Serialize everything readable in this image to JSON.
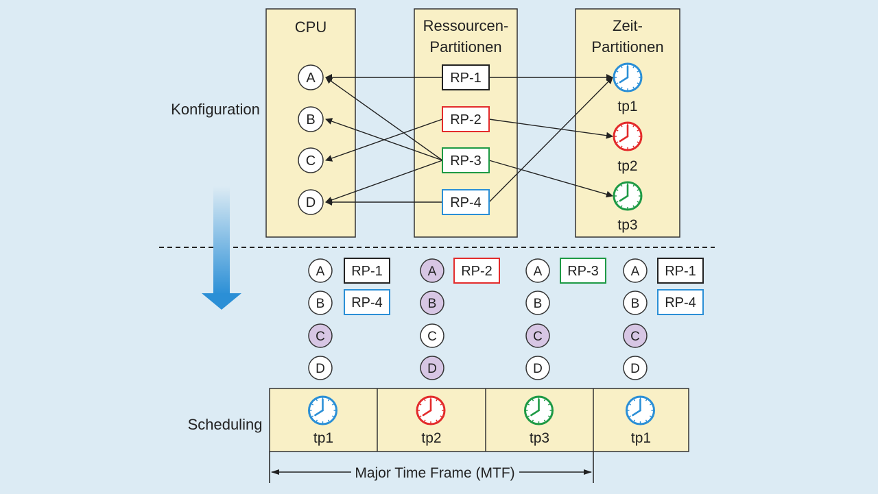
{
  "colors": {
    "background": "#dcebf4",
    "panel_fill": "#f9f0c6",
    "black": "#222222",
    "red": "#e32b2b",
    "green": "#1e9a45",
    "blue": "#2b8fd6",
    "purple": "#d7c6e4",
    "arrow_blue": "#2b8fd6"
  },
  "config": {
    "section_label": "Konfiguration",
    "cpu": {
      "title": "CPU",
      "cores": [
        "A",
        "B",
        "C",
        "D"
      ]
    },
    "resource_partitions": {
      "title_line1": "Ressourcen-",
      "title_line2": "Partitionen",
      "items": [
        {
          "label": "RP-1",
          "color": "black"
        },
        {
          "label": "RP-2",
          "color": "red"
        },
        {
          "label": "RP-3",
          "color": "green"
        },
        {
          "label": "RP-4",
          "color": "blue"
        }
      ]
    },
    "time_partitions": {
      "title_line1": "Zeit-",
      "title_line2": "Partitionen",
      "items": [
        {
          "label": "tp1",
          "color": "blue",
          "icon": "clock-icon"
        },
        {
          "label": "tp2",
          "color": "red",
          "icon": "clock-icon"
        },
        {
          "label": "tp3",
          "color": "green",
          "icon": "clock-icon"
        }
      ]
    },
    "connections": [
      {
        "from": "RP-1",
        "to": "A"
      },
      {
        "from": "RP-1",
        "to": "tp1"
      },
      {
        "from": "RP-2",
        "to": "C"
      },
      {
        "from": "RP-2",
        "to": "tp2"
      },
      {
        "from": "RP-3",
        "to": "A"
      },
      {
        "from": "RP-3",
        "to": "B"
      },
      {
        "from": "RP-3",
        "to": "D"
      },
      {
        "from": "RP-3",
        "to": "tp3"
      },
      {
        "from": "RP-4",
        "to": "D"
      },
      {
        "from": "RP-4",
        "to": "tp1"
      }
    ]
  },
  "schedule": {
    "section_label": "Scheduling",
    "columns": [
      {
        "cores": [
          {
            "label": "A",
            "highlight": false
          },
          {
            "label": "B",
            "highlight": false
          },
          {
            "label": "C",
            "highlight": true
          },
          {
            "label": "D",
            "highlight": false
          }
        ],
        "partitions": [
          {
            "label": "RP-1",
            "color": "black"
          },
          {
            "label": "RP-4",
            "color": "blue"
          }
        ]
      },
      {
        "cores": [
          {
            "label": "A",
            "highlight": true
          },
          {
            "label": "B",
            "highlight": true
          },
          {
            "label": "C",
            "highlight": false
          },
          {
            "label": "D",
            "highlight": true
          }
        ],
        "partitions": [
          {
            "label": "RP-2",
            "color": "red"
          }
        ]
      },
      {
        "cores": [
          {
            "label": "A",
            "highlight": false
          },
          {
            "label": "B",
            "highlight": false
          },
          {
            "label": "C",
            "highlight": true
          },
          {
            "label": "D",
            "highlight": false
          }
        ],
        "partitions": [
          {
            "label": "RP-3",
            "color": "green"
          }
        ]
      },
      {
        "cores": [
          {
            "label": "A",
            "highlight": false
          },
          {
            "label": "B",
            "highlight": false
          },
          {
            "label": "C",
            "highlight": true
          },
          {
            "label": "D",
            "highlight": false
          }
        ],
        "partitions": [
          {
            "label": "RP-1",
            "color": "black"
          },
          {
            "label": "RP-4",
            "color": "blue"
          }
        ]
      }
    ],
    "timeline": [
      {
        "label": "tp1",
        "color": "blue"
      },
      {
        "label": "tp2",
        "color": "red"
      },
      {
        "label": "tp3",
        "color": "green"
      },
      {
        "label": "tp1",
        "color": "blue"
      }
    ],
    "mtf_label": "Major Time Frame (MTF)"
  }
}
